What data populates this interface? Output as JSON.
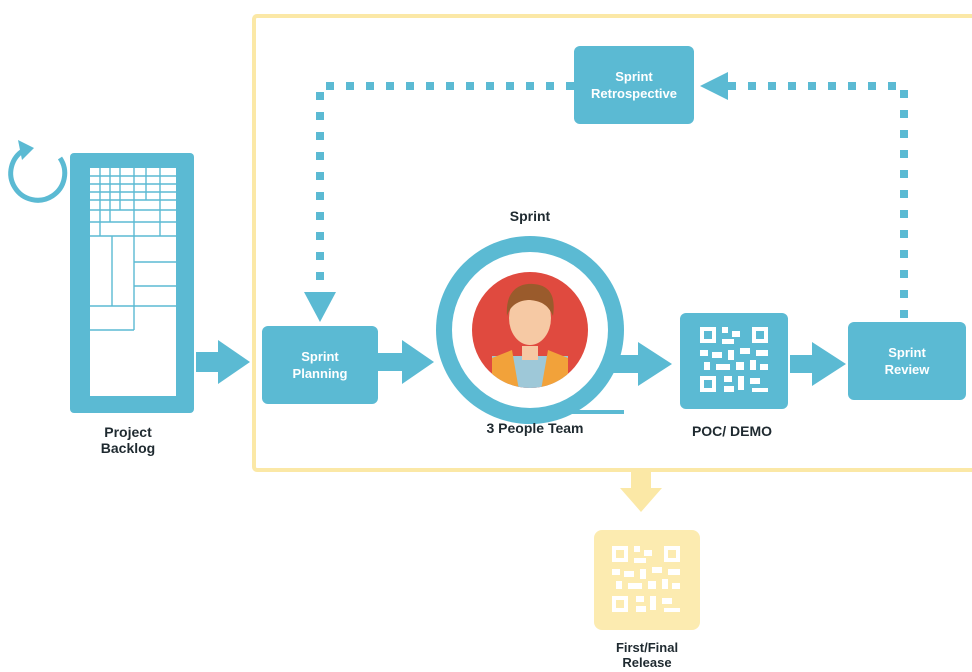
{
  "nodes": {
    "project_backlog": "Project\nBacklog",
    "sprint_planning": "Sprint\nPlanning",
    "sprint_title": "Sprint",
    "team": "3 People Team",
    "poc_demo": "POC/ DEMO",
    "sprint_review": "Sprint\nReview",
    "sprint_retrospective": "Sprint\nRetrospective",
    "release": "First/Final\nRelease"
  },
  "colors": {
    "teal": "#5bbad3",
    "teal_dark": "#4aa9c3",
    "frame_yellow": "#fbe8a6",
    "release_yellow": "#fcebb0",
    "avatar_red": "#e04a3f",
    "skin": "#f6c9a4",
    "hair": "#9a5b2c",
    "vest": "#f2a23a"
  },
  "icons": [
    "refresh-icon",
    "grid-icon",
    "qr-code-icon",
    "person-icon",
    "qr-code-icon"
  ]
}
